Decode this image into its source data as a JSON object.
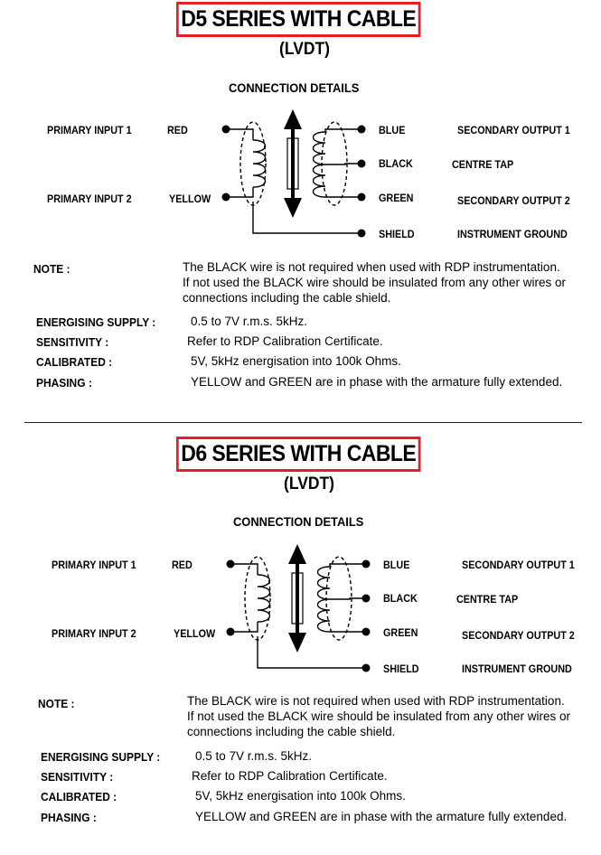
{
  "sections": [
    {
      "title": "D5 SERIES WITH CABLE",
      "subtitle": "(LVDT)",
      "connection_heading": "CONNECTION DETAILS",
      "labels": {
        "primary_input_1": "PRIMARY INPUT 1",
        "primary_input_2": "PRIMARY INPUT 2",
        "red": "RED",
        "yellow": "YELLOW",
        "blue": "BLUE",
        "black": "BLACK",
        "green": "GREEN",
        "shield": "SHIELD",
        "secondary_output_1": "SECONDARY OUTPUT 1",
        "centre_tap": "CENTRE TAP",
        "secondary_output_2": "SECONDARY OUTPUT 2",
        "instrument_ground": "INSTRUMENT GROUND"
      },
      "note_label": "NOTE :",
      "note_lines": [
        "The BLACK wire is not required when used with RDP instrumentation.",
        "If not used the BLACK wire should be insulated from any other wires or",
        "connections including the cable shield."
      ],
      "specs": [
        {
          "key": "ENERGISING SUPPLY :",
          "value": "0.5 to 7V r.m.s. 5kHz."
        },
        {
          "key": "SENSITIVITY :",
          "value": "Refer to RDP Calibration Certificate."
        },
        {
          "key": "CALIBRATED :",
          "value": "5V, 5kHz energisation into 100k Ohms."
        },
        {
          "key": "PHASING :",
          "value": "YELLOW and GREEN are in phase with the armature fully extended."
        }
      ]
    },
    {
      "title": "D6 SERIES WITH CABLE",
      "subtitle": "(LVDT)",
      "connection_heading": "CONNECTION DETAILS",
      "labels": {
        "primary_input_1": "PRIMARY INPUT 1",
        "primary_input_2": "PRIMARY INPUT 2",
        "red": "RED",
        "yellow": "YELLOW",
        "blue": "BLUE",
        "black": "BLACK",
        "green": "GREEN",
        "shield": "SHIELD",
        "secondary_output_1": "SECONDARY OUTPUT 1",
        "centre_tap": "CENTRE TAP",
        "secondary_output_2": "SECONDARY OUTPUT 2",
        "instrument_ground": "INSTRUMENT GROUND"
      },
      "note_label": "NOTE :",
      "note_lines": [
        "The BLACK wire is not required when used with RDP instrumentation.",
        "If not used the BLACK wire should be insulated from any other wires or",
        "connections including the cable shield."
      ],
      "specs": [
        {
          "key": "ENERGISING SUPPLY :",
          "value": "0.5 to 7V r.m.s. 5kHz."
        },
        {
          "key": "SENSITIVITY :",
          "value": "Refer to RDP Calibration Certificate."
        },
        {
          "key": "CALIBRATED :",
          "value": "5V, 5kHz energisation into 100k Ohms."
        },
        {
          "key": "PHASING :",
          "value": "YELLOW and GREEN are in phase with the armature fully extended."
        }
      ]
    }
  ],
  "colors": {
    "title_border": "#e32027",
    "ink": "#000000"
  },
  "icons": {
    "armature": "double-arrow-icon",
    "terminal": "terminal-dot-icon",
    "coil": "coil-icon"
  }
}
